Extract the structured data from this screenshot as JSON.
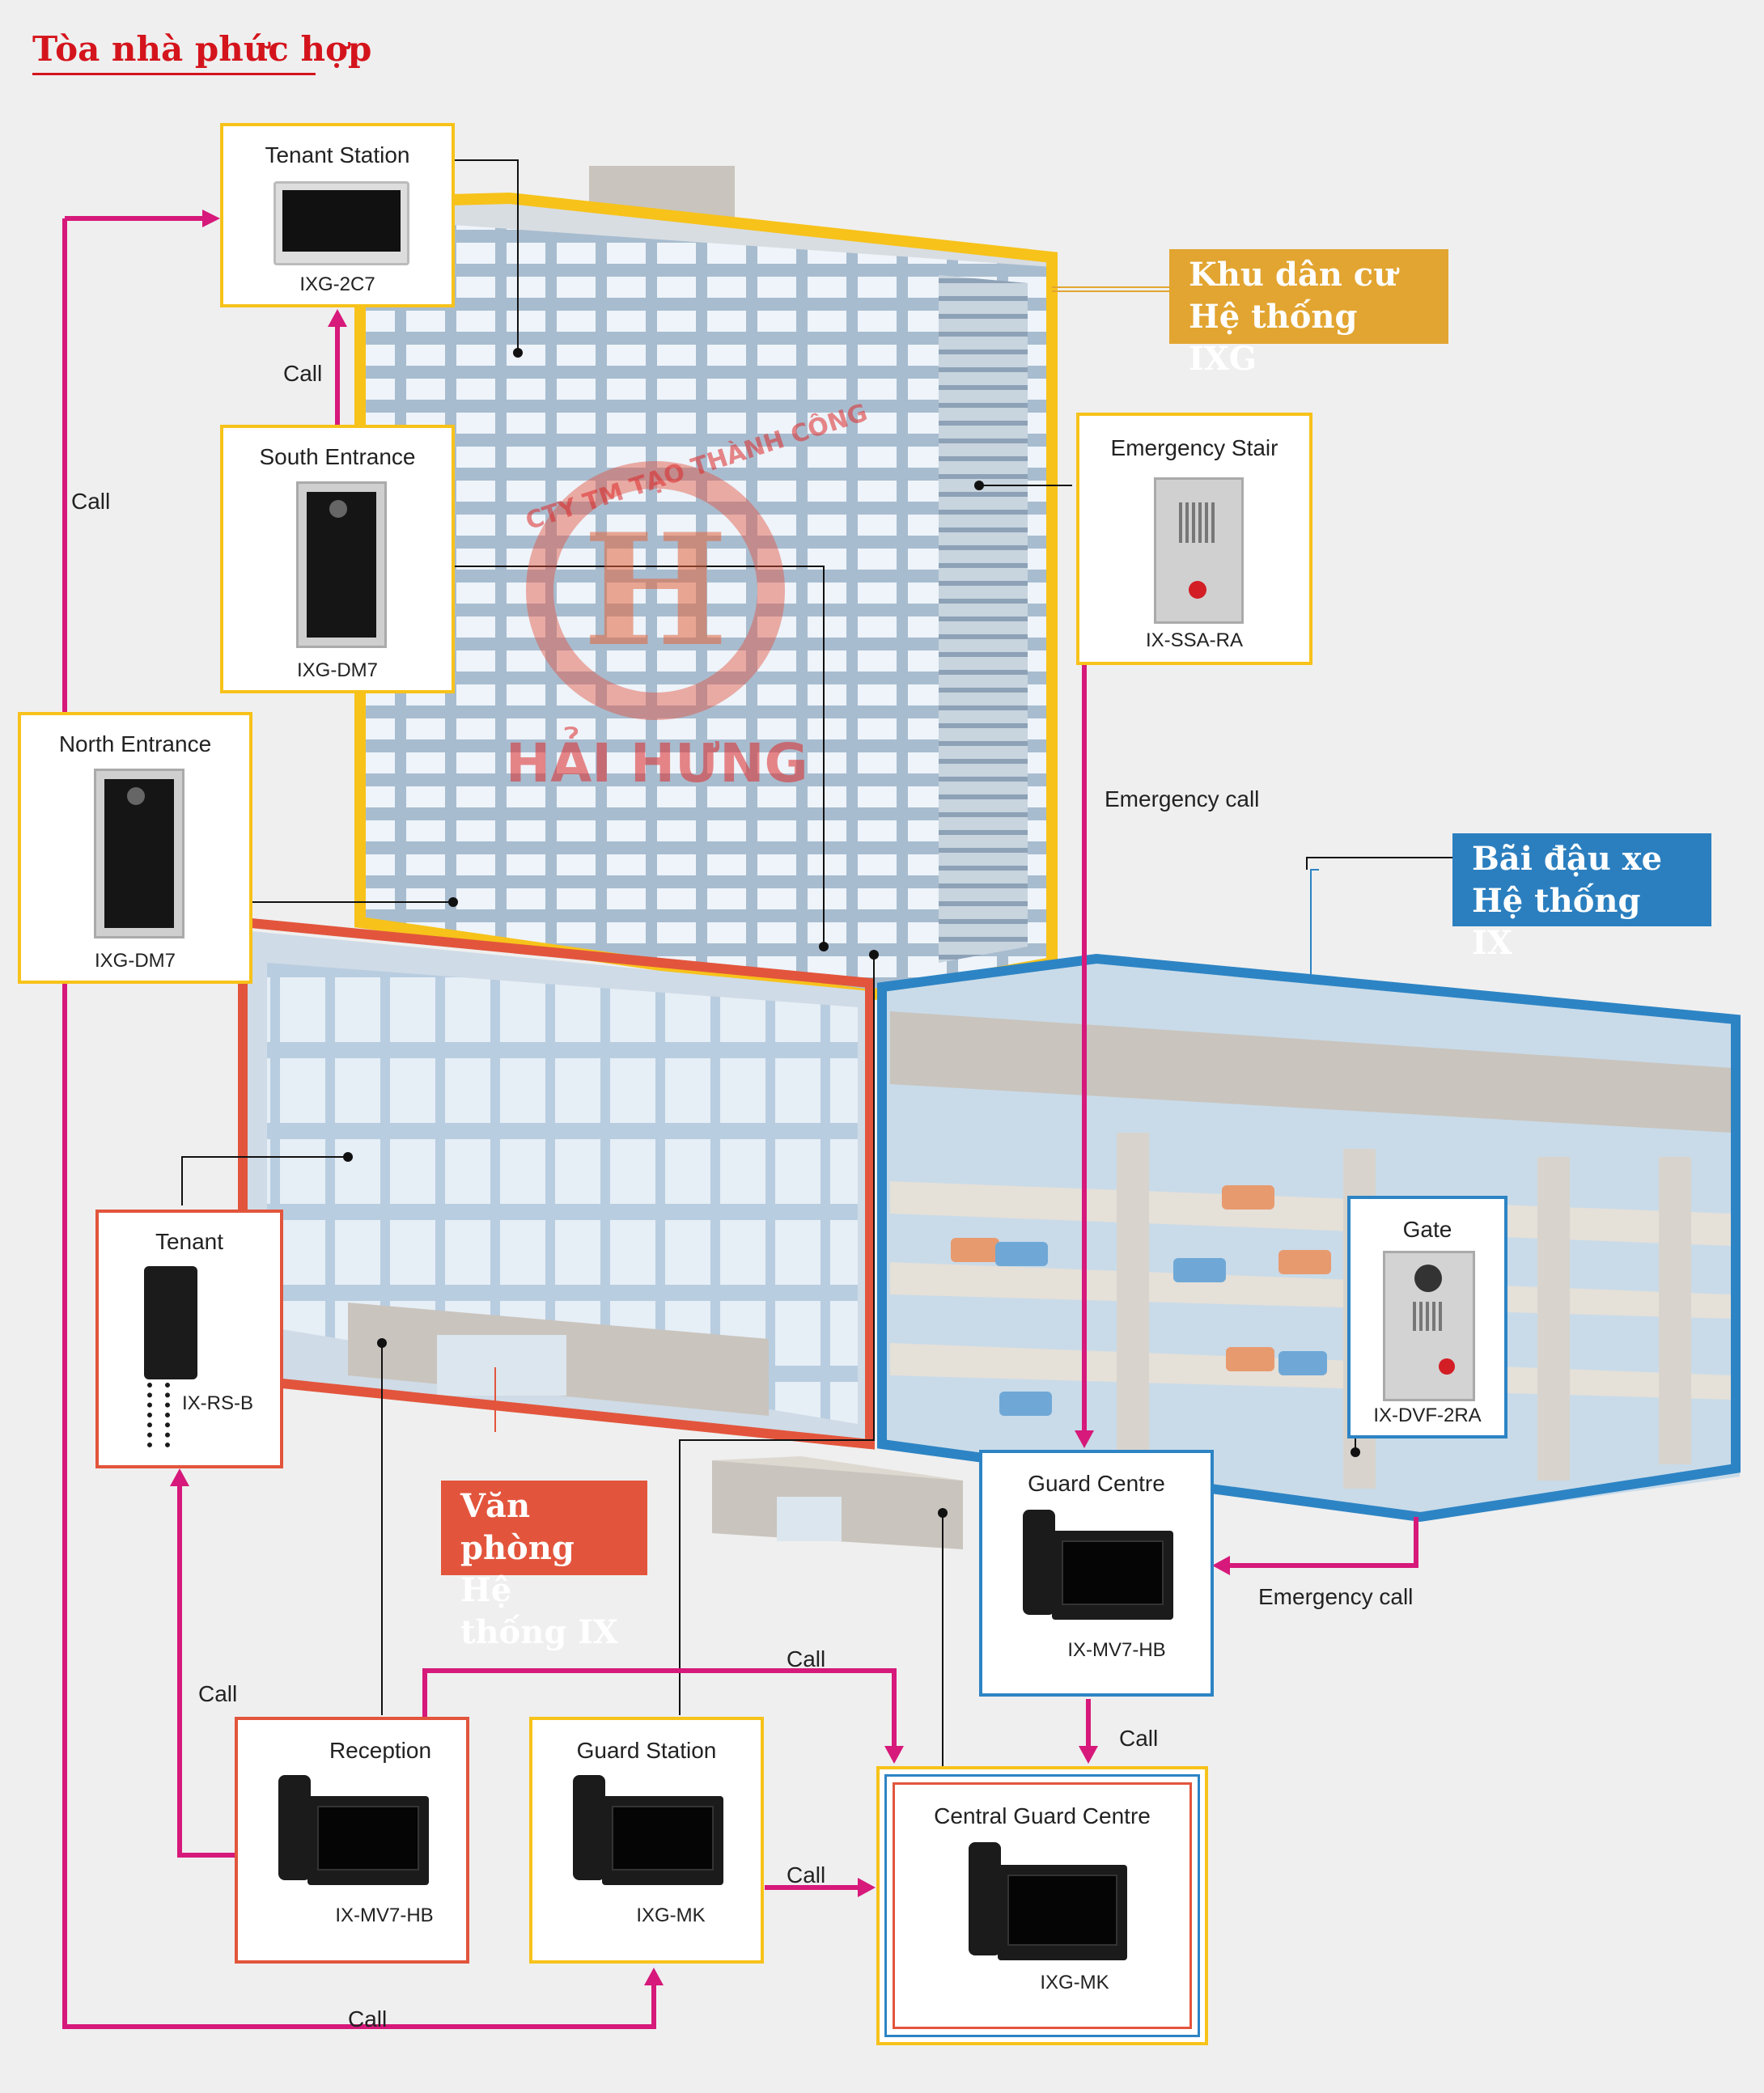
{
  "page_title": "Tòa nhà phức hợp",
  "zones": {
    "residential": {
      "line1": "Khu dân cư",
      "line2": "Hệ thống IXG",
      "color": "#e2a531"
    },
    "parking": {
      "line1": "Bãi đậu xe",
      "line2": "Hệ thống IX",
      "color": "#2b7fbf"
    },
    "office": {
      "line1": "Văn phòng",
      "line2": "Hệ thống IX",
      "color": "#e2553c"
    }
  },
  "devices": {
    "tenant_station": {
      "title": "Tenant Station",
      "model": "IXG-2C7"
    },
    "south_entrance": {
      "title": "South Entrance",
      "model": "IXG-DM7"
    },
    "north_entrance": {
      "title": "North Entrance",
      "model": "IXG-DM7"
    },
    "emergency_stair": {
      "title": "Emergency Stair",
      "model": "IX-SSA-RA"
    },
    "tenant": {
      "title": "Tenant",
      "model": "IX-RS-B"
    },
    "gate": {
      "title": "Gate",
      "model": "IX-DVF-2RA"
    },
    "guard_centre": {
      "title": "Guard Centre",
      "model": "IX-MV7-HB"
    },
    "reception": {
      "title": "Reception",
      "model": "IX-MV7-HB"
    },
    "guard_station": {
      "title": "Guard Station",
      "model": "IXG-MK"
    },
    "central_guard_centre": {
      "title": "Central Guard Centre",
      "model": "IXG-MK"
    }
  },
  "connections": {
    "call": "Call",
    "emergency_call": "Emergency call"
  },
  "watermark": {
    "brand": "HẢI HƯNG",
    "arc_text": "CTY TM TẠO THÀNH CÔNG"
  },
  "colors": {
    "arrow": "#d6197a",
    "residential_border": "#f7c21a",
    "office_border": "#e2553c",
    "parking_border": "#2d84c4"
  },
  "icons": [
    "monitor-icon",
    "door-station-icon",
    "handset-icon",
    "emergency-panel-icon"
  ]
}
